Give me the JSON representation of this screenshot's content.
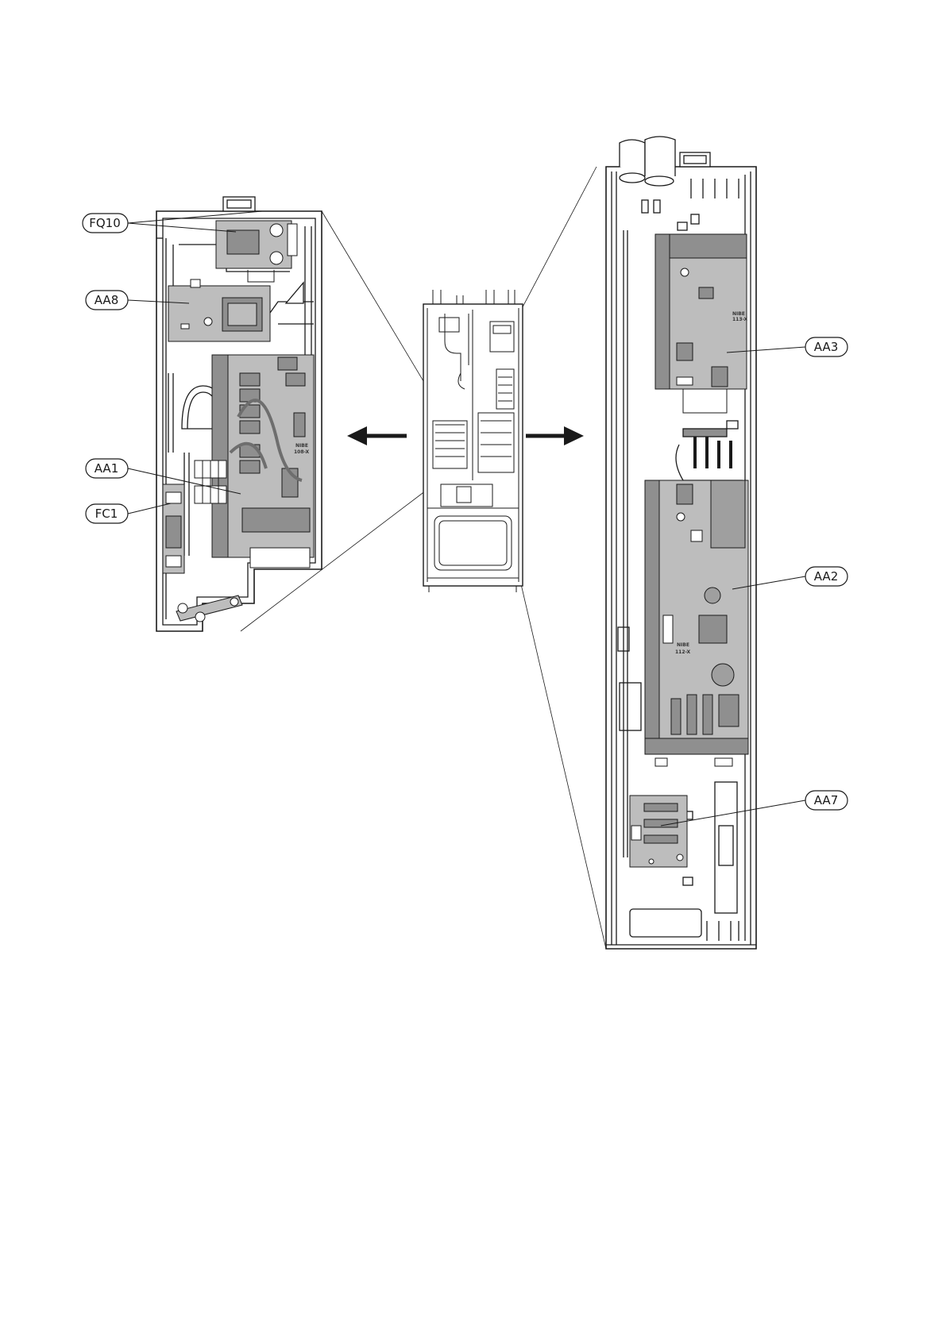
{
  "callouts": {
    "fq10": "FQ10",
    "aa8": "AA8",
    "aa1": "AA1",
    "fc1": "FC1",
    "aa3": "AA3",
    "aa2": "AA2",
    "aa7": "AA7"
  },
  "board_marks": {
    "left_brand": "NIBE",
    "left_model": "108-X",
    "right_top_brand": "NIBE",
    "right_top_model": "113-X",
    "right_mid_brand": "NIBE",
    "right_mid_model": "112-X"
  },
  "colors": {
    "line": "#1a1a1a",
    "board": "#bdbdbd",
    "board_dark": "#8f8f8f",
    "panel": "#ffffff"
  }
}
